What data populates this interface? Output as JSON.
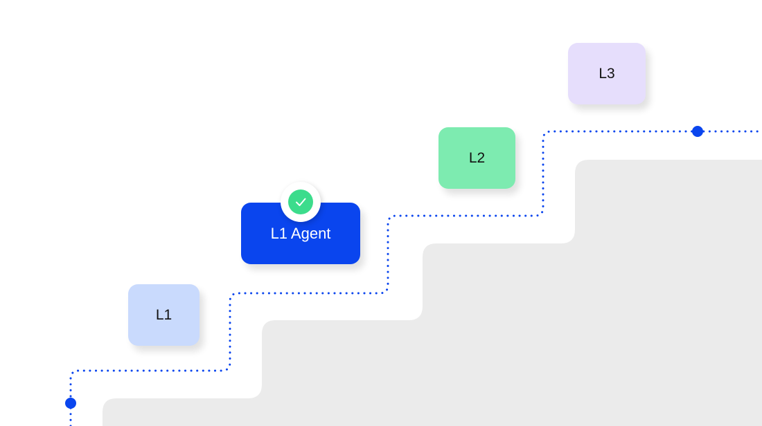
{
  "colors": {
    "path_blue": "#0A45EE",
    "step_gray": "#EBEBEB",
    "card_l1": "#C9DAFD",
    "card_agent": "#0A45EE",
    "card_l2": "#7DEBB0",
    "card_l3": "#E6DEFC",
    "check_green": "#3CDC8C"
  },
  "cards": {
    "l1": {
      "label": "L1",
      "icon": "none"
    },
    "agent": {
      "label": "L1 Agent",
      "badge_icon": "checkmark-icon"
    },
    "l2": {
      "label": "L2"
    },
    "l3": {
      "label": "L3"
    }
  }
}
